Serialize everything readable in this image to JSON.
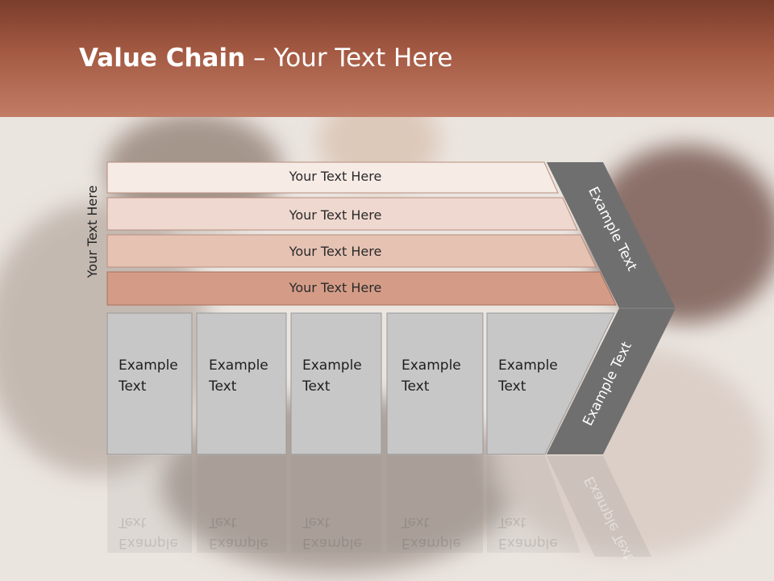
{
  "title": {
    "bold": "Value Chain",
    "rest": " – Your Text Here"
  },
  "side_label": "Your Text Here",
  "rows": [
    {
      "label": "Your Text Here",
      "color": "#f7ebe6"
    },
    {
      "label": "Your Text Here",
      "color": "#efd8cf"
    },
    {
      "label": "Your Text Here",
      "color": "#e6c2b3"
    },
    {
      "label": "Your Text Here",
      "color": "#d49c87"
    }
  ],
  "columns": [
    {
      "line1": "Example",
      "line2": "Text"
    },
    {
      "line1": "Example",
      "line2": "Text"
    },
    {
      "line1": "Example",
      "line2": "Text"
    },
    {
      "line1": "Example",
      "line2": "Text"
    },
    {
      "line1": "Example",
      "line2": "Text"
    }
  ],
  "arrow": {
    "upper_label": "Example Text",
    "lower_label": "Example Text",
    "color": "#6f6f6f"
  },
  "colors": {
    "header": "#a45a43",
    "cell": "#c7c7c7"
  }
}
